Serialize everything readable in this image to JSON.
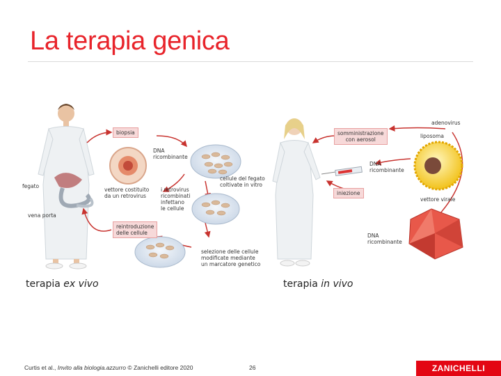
{
  "title": "La terapia genica",
  "labels": {
    "biopsia": "biopsia",
    "dna_ric_1": "DNA\nricombinante",
    "fegato": "fegato",
    "vena_porta": "vena porta",
    "vettore_retro": "vettore costituito\nda un retrovirus",
    "retrovirus_infettano": "i retrovirus\nricombinati\ninfettano\nle cellule",
    "cellule_fegato": "cellule del fegato\ncoltivate in vitro",
    "reintroduzione": "reintroduzione\ndelle cellule",
    "selezione": "selezione delle cellule\nmodificate mediante\nun marcatore genetico",
    "adenovirus": "adenovirus",
    "somministrazione": "somministrazione\ncon aerosol",
    "liposoma": "liposoma",
    "dna_ric_2": "DNA\nricombinante",
    "iniezione": "iniezione",
    "vettore_virale": "vettore virale",
    "dna_ric_3": "DNA\nricombinante"
  },
  "captions": {
    "ex_prefix": "terapia ",
    "ex_italic": "ex vivo",
    "in_prefix": "terapia ",
    "in_italic": "in vivo"
  },
  "footer": {
    "authors": "Curtis et al., ",
    "book": "Invito alla biologia.azzurro",
    "publisher": " © Zanichelli editore 2020",
    "page": "26",
    "logo": "ZANICHELLI"
  },
  "colors": {
    "title": "#e8242b",
    "arrow": "#c8332f",
    "box_fill": "#f7d9d9",
    "logo_bg": "#e30613"
  }
}
